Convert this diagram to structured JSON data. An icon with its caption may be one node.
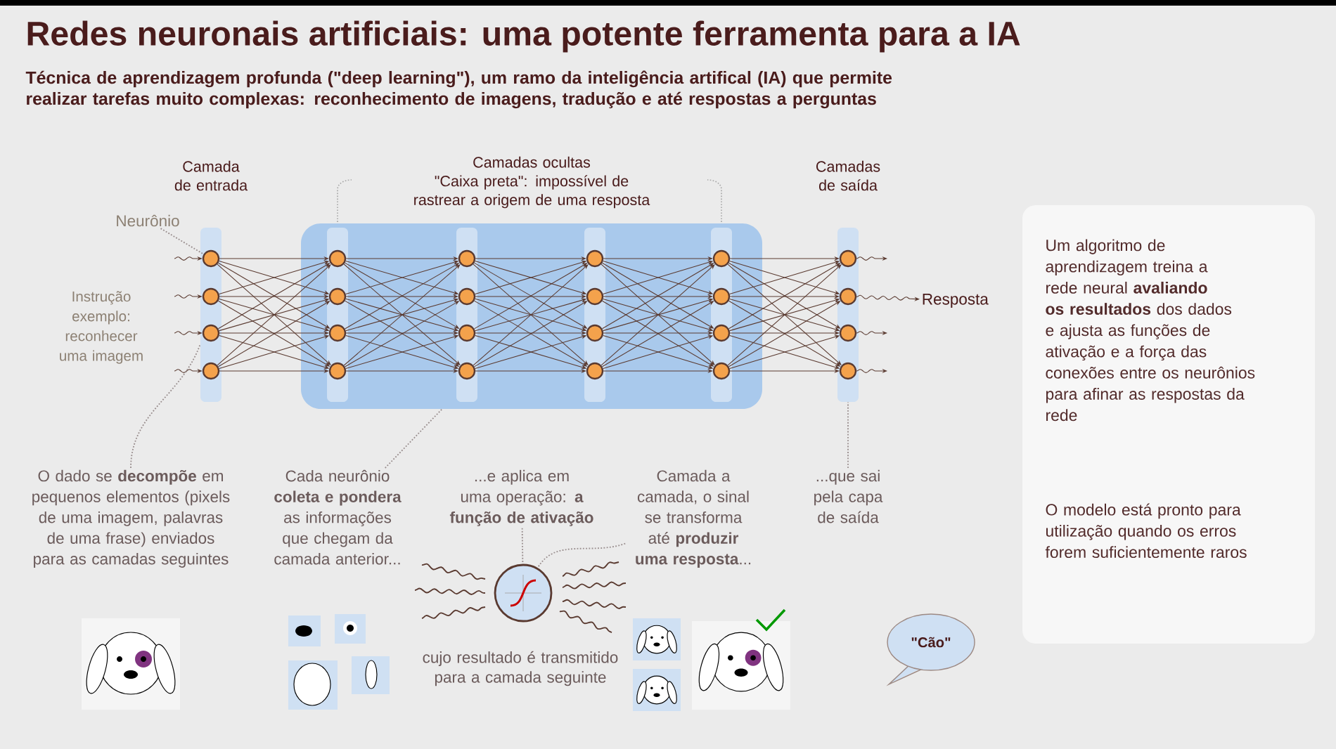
{
  "diagram": {
    "title": "Redes neuronais artificiais: uma potente ferramenta para a IA",
    "caption": "Técnica de aprendizagem profunda (\"deep learning\"), um ramo da inteligência artifical (IA) que permite realizar tarefas muito complexas: reconhecimento de imagens, tradução e até respostas a perguntas",
    "nodes": [
      {
        "text": [
          "Camada de entrada"
        ]
      },
      {
        "text": [],
        "shape": "circle",
        "in": 0
      },
      {
        "text": [],
        "shape": "circle",
        "in": 0
      },
      {
        "text": [],
        "shape": "circle",
        "in": 0
      },
      {
        "text": [],
        "shape": "circle",
        "in": 0
      },
      {
        "text": [
          "Camadas ocultas",
          "\"Caixa preta\": impossível de rastrear a origem de uma resposta"
        ]
      },
      {
        "text": [],
        "shape": "bar",
        "in": 5
      },
      {
        "text": [],
        "shape": "circle",
        "in": 6
      },
      {
        "text": [],
        "shape": "circle",
        "in": 6
      },
      {
        "text": [],
        "shape": "circle",
        "in": 6
      },
      {
        "text": [],
        "shape": "circle",
        "in": 6
      },
      {
        "text": [],
        "shape": "bar",
        "in": 5
      },
      {
        "text": [],
        "shape": "circle",
        "in": 11
      },
      {
        "text": [],
        "shape": "circle",
        "in": 11
      },
      {
        "text": [],
        "shape": "circle",
        "in": 11
      },
      {
        "text": [],
        "shape": "circle",
        "in": 11
      },
      {
        "text": [],
        "shape": "bar",
        "in": 5
      },
      {
        "text": [],
        "shape": "circle",
        "in": 16
      },
      {
        "text": [],
        "shape": "circle",
        "in": 16
      },
      {
        "text": [],
        "shape": "circle",
        "in": 16
      },
      {
        "text": [],
        "shape": "circle",
        "in": 16
      },
      {
        "text": [],
        "shape": "bar",
        "in": 5
      },
      {
        "text": [],
        "shape": "circle",
        "in": 21
      },
      {
        "text": [],
        "shape": "circle",
        "in": 21
      },
      {
        "text": [],
        "shape": "circle",
        "in": 21
      },
      {
        "text": [],
        "shape": "circle",
        "in": 21
      },
      {
        "text": [
          "Camadas de saída"
        ]
      },
      {
        "text": [],
        "shape": "circle",
        "in": 26
      },
      {
        "text": [],
        "shape": "circle",
        "in": 26
      },
      {
        "text": [],
        "shape": "circle",
        "in": 26
      },
      {
        "text": [],
        "shape": "circle",
        "in": 26
      },
      {
        "text": [
          "Neurônio"
        ]
      },
      {
        "text": [
          "O dado se **decompõe** em pequenos elementos (pixels de uma imagem, palavras de uma frase) enviados para as camadas seguintes"
        ]
      },
      {
        "text": [
          "Cada neurônio **coleta e pondera** as informações que chegam da camada anterior..."
        ]
      },
      {
        "text": [
          "...e aplica em uma operação: **a função de ativação**"
        ]
      },
      {
        "text": [],
        "shape": "picture"
      },
      {
        "text": [
          "Camada a camada, o sinal se transforma até **produzir uma resposta**..."
        ]
      },
      {
        "text": [
          "...que sai pela capa de saída"
        ]
      },
      {
        "text": [
          "Um algoritmo de aprendizagem treina a rede neural **avaliando os resultados** dos dados e ajusta as funções de ativação e a força das conexões entre os neurônios para afinar as respostas da rede",
          "O modelo está pronto para utilização quando os erros forem suficientemente raros"
        ]
      },
      {
        "text": [
          "\"Cão\""
        ]
      },
      {
        "text": [
          "Resposta"
        ]
      }
    ],
    "edges": [
      {
        "from": null,
        "to": 1,
        "arrow": "to"
      },
      {
        "from": null,
        "to": 2,
        "arrow": "to"
      },
      {
        "from": null,
        "to": 3,
        "arrow": "to"
      },
      {
        "from": null,
        "to": 4,
        "arrow": "to"
      },
      {
        "from": 1,
        "to": 7,
        "arrow": "to"
      },
      {
        "from": 1,
        "to": 8,
        "arrow": "to"
      },
      {
        "from": 1,
        "to": 9,
        "arrow": "to"
      },
      {
        "from": 1,
        "to": 10,
        "arrow": "to"
      },
      {
        "from": 2,
        "to": 7,
        "arrow": "to"
      },
      {
        "from": 2,
        "to": 8,
        "arrow": "to"
      },
      {
        "from": 2,
        "to": 9,
        "arrow": "to"
      },
      {
        "from": 2,
        "to": 10,
        "arrow": "to"
      },
      {
        "from": 3,
        "to": 7,
        "arrow": "to"
      },
      {
        "from": 3,
        "to": 8,
        "arrow": "to"
      },
      {
        "from": 3,
        "to": 9,
        "arrow": "to"
      },
      {
        "from": 3,
        "to": 10,
        "arrow": "to"
      },
      {
        "from": 4,
        "to": 7,
        "arrow": "to"
      },
      {
        "from": 4,
        "to": 8,
        "arrow": "to"
      },
      {
        "from": 4,
        "to": 9,
        "arrow": "to"
      },
      {
        "from": 4,
        "to": 10,
        "arrow": "to"
      },
      {
        "from": 7,
        "to": 12,
        "arrow": "to"
      },
      {
        "from": 7,
        "to": 13,
        "arrow": "to"
      },
      {
        "from": 7,
        "to": 14,
        "arrow": "to"
      },
      {
        "from": 7,
        "to": 15,
        "arrow": "to"
      },
      {
        "from": 8,
        "to": 12,
        "arrow": "to"
      },
      {
        "from": 8,
        "to": 13,
        "arrow": "to"
      },
      {
        "from": 8,
        "to": 14,
        "arrow": "to"
      },
      {
        "from": 8,
        "to": 15,
        "arrow": "to"
      },
      {
        "from": 9,
        "to": 12,
        "arrow": "to"
      },
      {
        "from": 9,
        "to": 13,
        "arrow": "to"
      },
      {
        "from": 9,
        "to": 14,
        "arrow": "to"
      },
      {
        "from": 9,
        "to": 15,
        "arrow": "to"
      },
      {
        "from": 10,
        "to": 12,
        "arrow": "to"
      },
      {
        "from": 10,
        "to": 13,
        "arrow": "to"
      },
      {
        "from": 10,
        "to": 14,
        "arrow": "to"
      },
      {
        "from": 10,
        "to": 15,
        "arrow": "to"
      },
      {
        "from": 12,
        "to": 17,
        "arrow": "to"
      },
      {
        "from": 12,
        "to": 18,
        "arrow": "to"
      },
      {
        "from": 12,
        "to": 19,
        "arrow": "to"
      },
      {
        "from": 12,
        "to": 20,
        "arrow": "to"
      },
      {
        "from": 13,
        "to": 17,
        "arrow": "to"
      },
      {
        "from": 13,
        "to": 18,
        "arrow": "to"
      },
      {
        "from": 13,
        "to": 19,
        "arrow": "to"
      },
      {
        "from": 13,
        "to": 20,
        "arrow": "to"
      },
      {
        "from": 14,
        "to": 17,
        "arrow": "to"
      },
      {
        "from": 14,
        "to": 18,
        "arrow": "to"
      },
      {
        "from": 14,
        "to": 19,
        "arrow": "to"
      },
      {
        "from": 14,
        "to": 20,
        "arrow": "to"
      },
      {
        "from": 15,
        "to": 17,
        "arrow": "to"
      },
      {
        "from": 15,
        "to": 18,
        "arrow": "to"
      },
      {
        "from": 15,
        "to": 19,
        "arrow": "to"
      },
      {
        "from": 15,
        "to": 20,
        "arrow": "to"
      },
      {
        "from": 17,
        "to": 22,
        "arrow": "to"
      },
      {
        "from": 17,
        "to": 23,
        "arrow": "to"
      },
      {
        "from": 17,
        "to": 24,
        "arrow": "to"
      },
      {
        "from": 17,
        "to": 25,
        "arrow": "to"
      },
      {
        "from": 18,
        "to": 22,
        "arrow": "to"
      },
      {
        "from": 18,
        "to": 23,
        "arrow": "to"
      },
      {
        "from": 18,
        "to": 24,
        "arrow": "to"
      },
      {
        "from": 18,
        "to": 25,
        "arrow": "to"
      },
      {
        "from": 19,
        "to": 22,
        "arrow": "to"
      },
      {
        "from": 19,
        "to": 23,
        "arrow": "to"
      },
      {
        "from": 19,
        "to": 24,
        "arrow": "to"
      },
      {
        "from": 19,
        "to": 25,
        "arrow": "to"
      },
      {
        "from": 20,
        "to": 22,
        "arrow": "to"
      },
      {
        "from": 20,
        "to": 23,
        "arrow": "to"
      },
      {
        "from": 20,
        "to": 24,
        "arrow": "to"
      },
      {
        "from": 20,
        "to": 25,
        "arrow": "to"
      },
      {
        "from": 22,
        "to": 27,
        "arrow": "to"
      },
      {
        "from": 22,
        "to": 28,
        "arrow": "to"
      },
      {
        "from": 22,
        "to": 29,
        "arrow": "to"
      },
      {
        "from": 22,
        "to": 30,
        "arrow": "to"
      },
      {
        "from": 23,
        "to": 27,
        "arrow": "to"
      },
      {
        "from": 23,
        "to": 28,
        "arrow": "to"
      },
      {
        "from": 23,
        "to": 29,
        "arrow": "to"
      },
      {
        "from": 23,
        "to": 30,
        "arrow": "to"
      },
      {
        "from": 24,
        "to": 27,
        "arrow": "to"
      },
      {
        "from": 24,
        "to": 28,
        "arrow": "to"
      },
      {
        "from": 24,
        "to": 29,
        "arrow": "to"
      },
      {
        "from": 24,
        "to": 30,
        "arrow": "to"
      },
      {
        "from": 25,
        "to": 27,
        "arrow": "to"
      },
      {
        "from": 25,
        "to": 28,
        "arrow": "to"
      },
      {
        "from": 25,
        "to": 29,
        "arrow": "to"
      },
      {
        "from": 25,
        "to": 30,
        "arrow": "to"
      },
      {
        "from": 27,
        "to": null,
        "arrow": "to"
      },
      {
        "from": 28,
        "to": 40,
        "arrow": "to"
      },
      {
        "from": 29,
        "to": null,
        "arrow": "to"
      },
      {
        "from": 30,
        "to": null,
        "arrow": "to"
      },
      {
        "from": 31,
        "to": 1,
        "arrow": "none",
        "style": "dashed",
        "color": "#9a8f8f"
      },
      {
        "from": 32,
        "to": 0,
        "arrow": "none",
        "style": "dashed",
        "color": "#9a8f8f"
      },
      {
        "from": 33,
        "to": 5,
        "arrow": "none",
        "style": "dashed",
        "color": "#9a8f8f"
      },
      {
        "from": 34,
        "to": 35,
        "arrow": "none",
        "style": "dashed",
        "color": "#9a8f8f"
      },
      {
        "from": 36,
        "to": 35,
        "arrow": "none",
        "style": "dashed",
        "color": "#9a8f8f"
      },
      {
        "from": 37,
        "to": 26,
        "arrow": "none",
        "style": "dashed",
        "color": "#9a8f8f"
      }
    ],
    "labels": [
      "Instrução exemplo: reconhecer uma imagem",
      "cujo resultado é transmitido para a camada seguinte"
    ]
  }
}
